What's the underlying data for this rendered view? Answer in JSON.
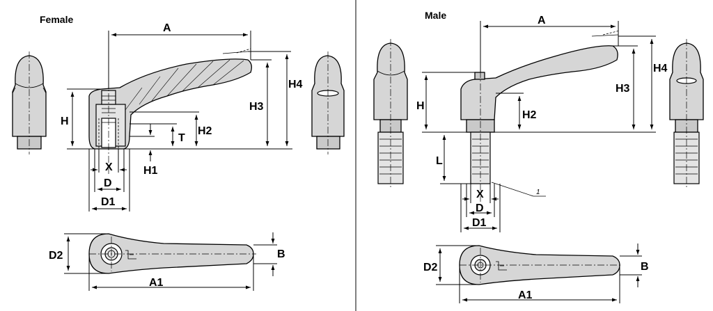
{
  "sections": {
    "female": {
      "title": "Female",
      "labels": {
        "A": "A",
        "H": "H",
        "H1": "H1",
        "H2": "H2",
        "H3": "H3",
        "H4": "H4",
        "T": "T",
        "X": "X",
        "D": "D",
        "D1": "D1",
        "D2": "D2",
        "A1": "A1",
        "B": "B"
      }
    },
    "male": {
      "title": "Male",
      "labels": {
        "A": "A",
        "H": "H",
        "H2": "H2",
        "H3": "H3",
        "H4": "H4",
        "L": "L",
        "X": "X",
        "D": "D",
        "D1": "D1",
        "D2": "D2",
        "A1": "A1",
        "B": "B",
        "callout": "1"
      }
    }
  }
}
